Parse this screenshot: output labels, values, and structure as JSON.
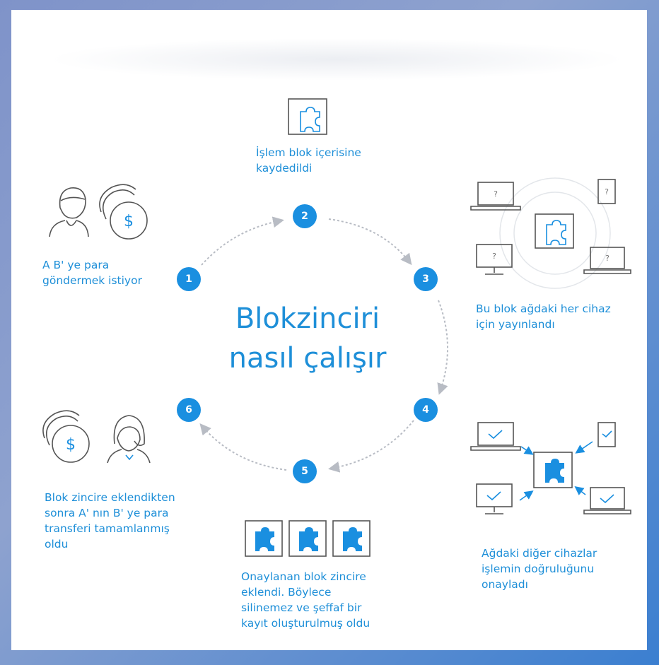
{
  "title": "Blokzinciri\nnasıl çalışır",
  "steps": [
    {
      "num": "1",
      "text": "A B' ye para\ngöndermek istiyor"
    },
    {
      "num": "2",
      "text": "İşlem blok içerisine\nkaydedildi"
    },
    {
      "num": "3",
      "text": "Bu blok ağdaki her cihaz\niçin yayınlandı"
    },
    {
      "num": "4",
      "text": "Ağdaki diğer cihazlar\nişlemin doğruluğunu\nonayladı"
    },
    {
      "num": "5",
      "text": "Onaylanan blok zincire\neklendi. Böylece\nsilinemez ve şeffaf bir\nkayıt oluşturulmuş oldu"
    },
    {
      "num": "6",
      "text": "Blok zincire eklendikten\nsonra A' nın B' ye para\ntransferi tamamlanmış\noldu"
    }
  ],
  "icons": {
    "currency_symbol": "$",
    "unknown_symbol": "?"
  },
  "colors": {
    "accent": "#1a8fe0",
    "text": "#1e8fd8",
    "line": "#555555",
    "arrow": "#b8bcc4"
  }
}
